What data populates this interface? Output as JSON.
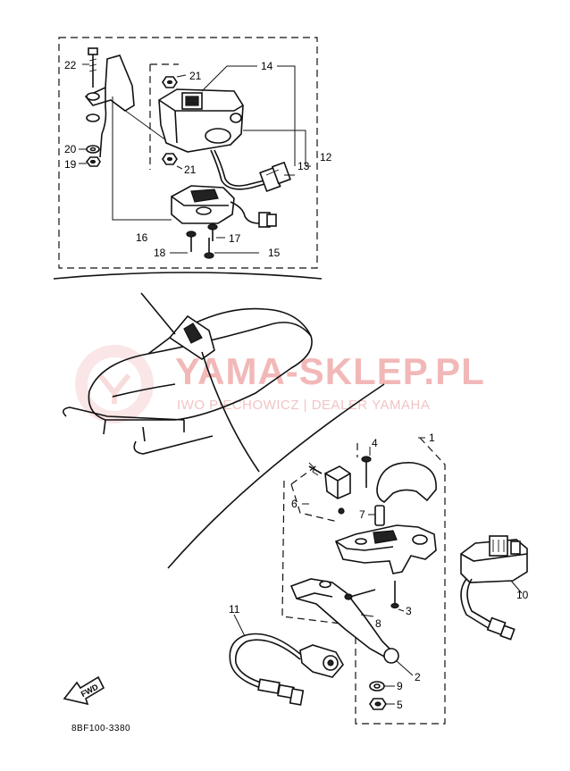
{
  "watermark": {
    "brand": "YAMA-SKLEP.PL",
    "sub": "IWO PIECHOWICZ | DEALER YAMAHA",
    "color": "#e8a0a0"
  },
  "diagram": {
    "code": "8BF100-3380",
    "fwd_label": "FWD"
  },
  "callouts": {
    "n1": "1",
    "n2": "2",
    "n3": "3",
    "n4": "4",
    "n5": "5",
    "n6": "6",
    "n7": "7",
    "n8": "8",
    "n9": "9",
    "n10": "10",
    "n11": "11",
    "n12": "12",
    "n13": "13",
    "n14": "14",
    "n15": "15",
    "n16": "16",
    "n17": "17",
    "n18": "18",
    "n19": "19",
    "n20": "20",
    "n21a": "21",
    "n21b": "21",
    "n22": "22"
  }
}
